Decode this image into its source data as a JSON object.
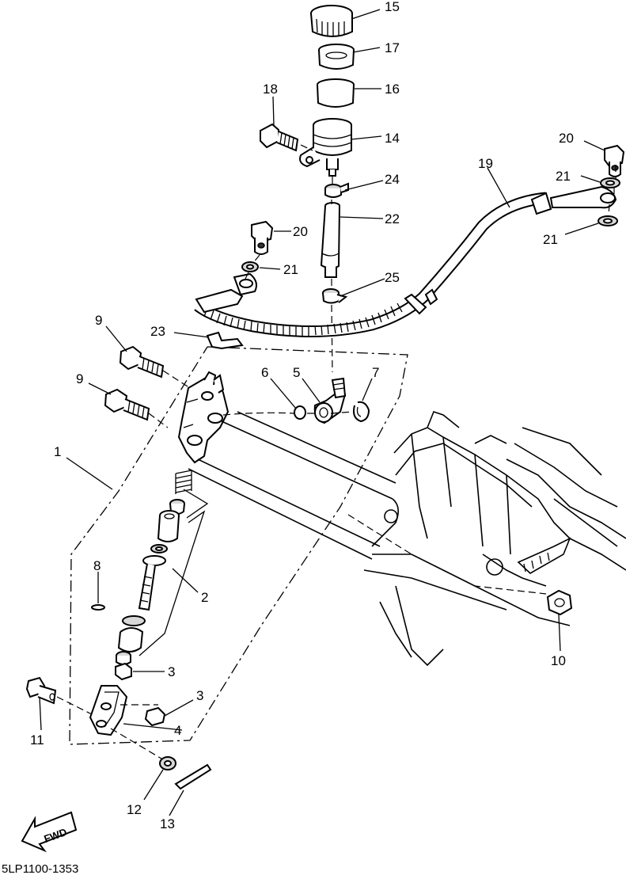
{
  "callouts": {
    "c1": "1",
    "c2": "2",
    "c3a": "3",
    "c3b": "3",
    "c4": "4",
    "c5": "5",
    "c6": "6",
    "c7": "7",
    "c8": "8",
    "c9a": "9",
    "c9b": "9",
    "c10": "10",
    "c11": "11",
    "c12": "12",
    "c13": "13",
    "c14": "14",
    "c15": "15",
    "c16": "16",
    "c17": "17",
    "c18": "18",
    "c19": "19",
    "c20a": "20",
    "c20b": "20",
    "c21a": "21",
    "c21b": "21",
    "c21c": "21",
    "c22": "22",
    "c23": "23",
    "c24": "24",
    "c25": "25"
  },
  "fwd_label": "FWD",
  "diagram_code": "5LP1100-1353"
}
